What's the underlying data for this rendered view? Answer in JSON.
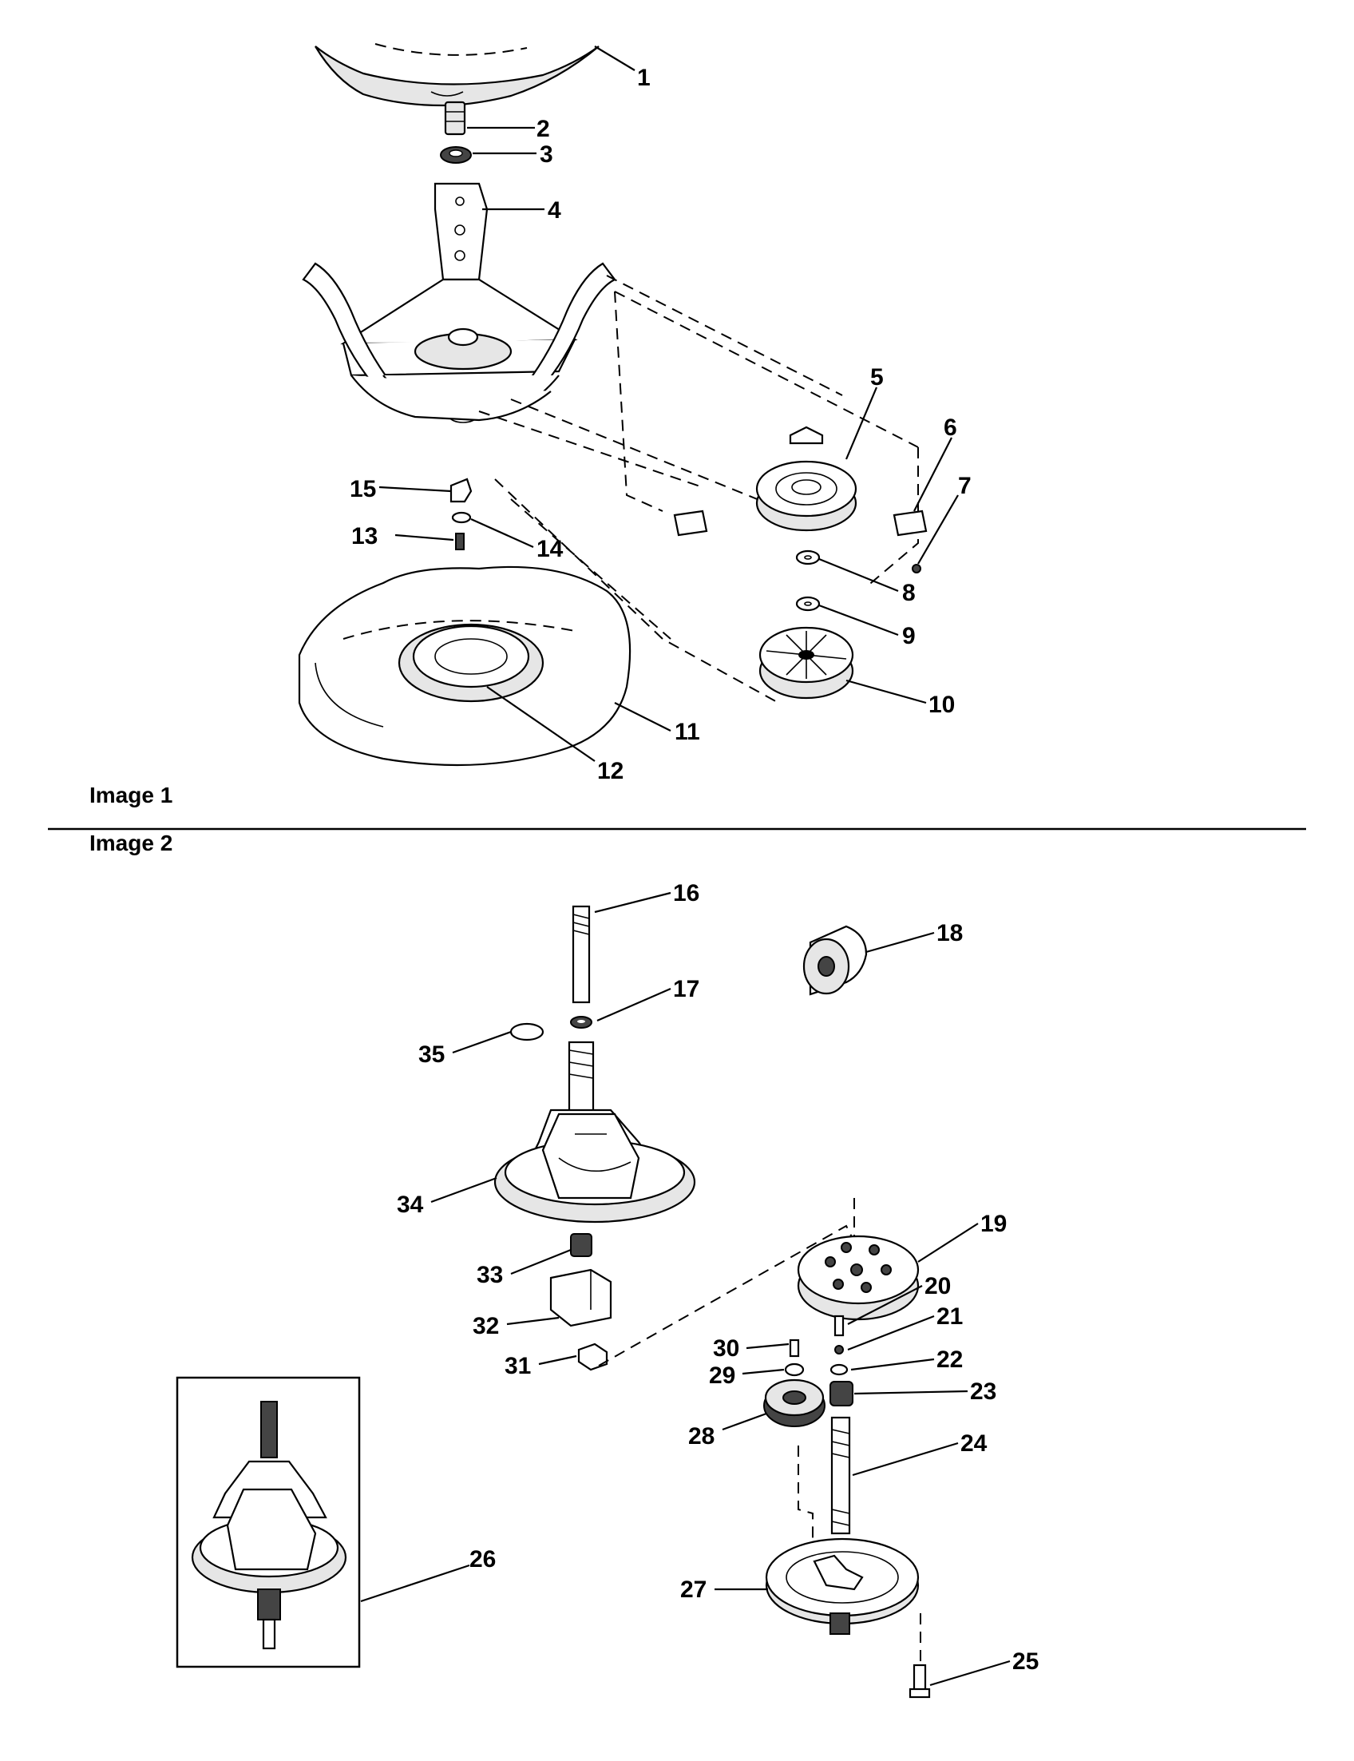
{
  "sections": [
    {
      "id": "image1",
      "caption": "Image 1"
    },
    {
      "id": "image2",
      "caption": "Image 2"
    }
  ],
  "callouts": {
    "c1": "1",
    "c2": "2",
    "c3": "3",
    "c4": "4",
    "c5": "5",
    "c6": "6",
    "c7": "7",
    "c8": "8",
    "c9": "9",
    "c10": "10",
    "c11": "11",
    "c12": "12",
    "c13": "13",
    "c14": "14",
    "c15": "15",
    "c16": "16",
    "c17": "17",
    "c18": "18",
    "c19": "19",
    "c20": "20",
    "c21": "21",
    "c22": "22",
    "c23": "23",
    "c24": "24",
    "c25": "25",
    "c26": "26",
    "c27": "27",
    "c28": "28",
    "c29": "29",
    "c30": "30",
    "c31": "31",
    "c32": "32",
    "c33": "33",
    "c34": "34",
    "c35": "35"
  },
  "colors": {
    "ink": "#000000",
    "paper": "#ffffff",
    "shade": "#e6e6e6"
  }
}
